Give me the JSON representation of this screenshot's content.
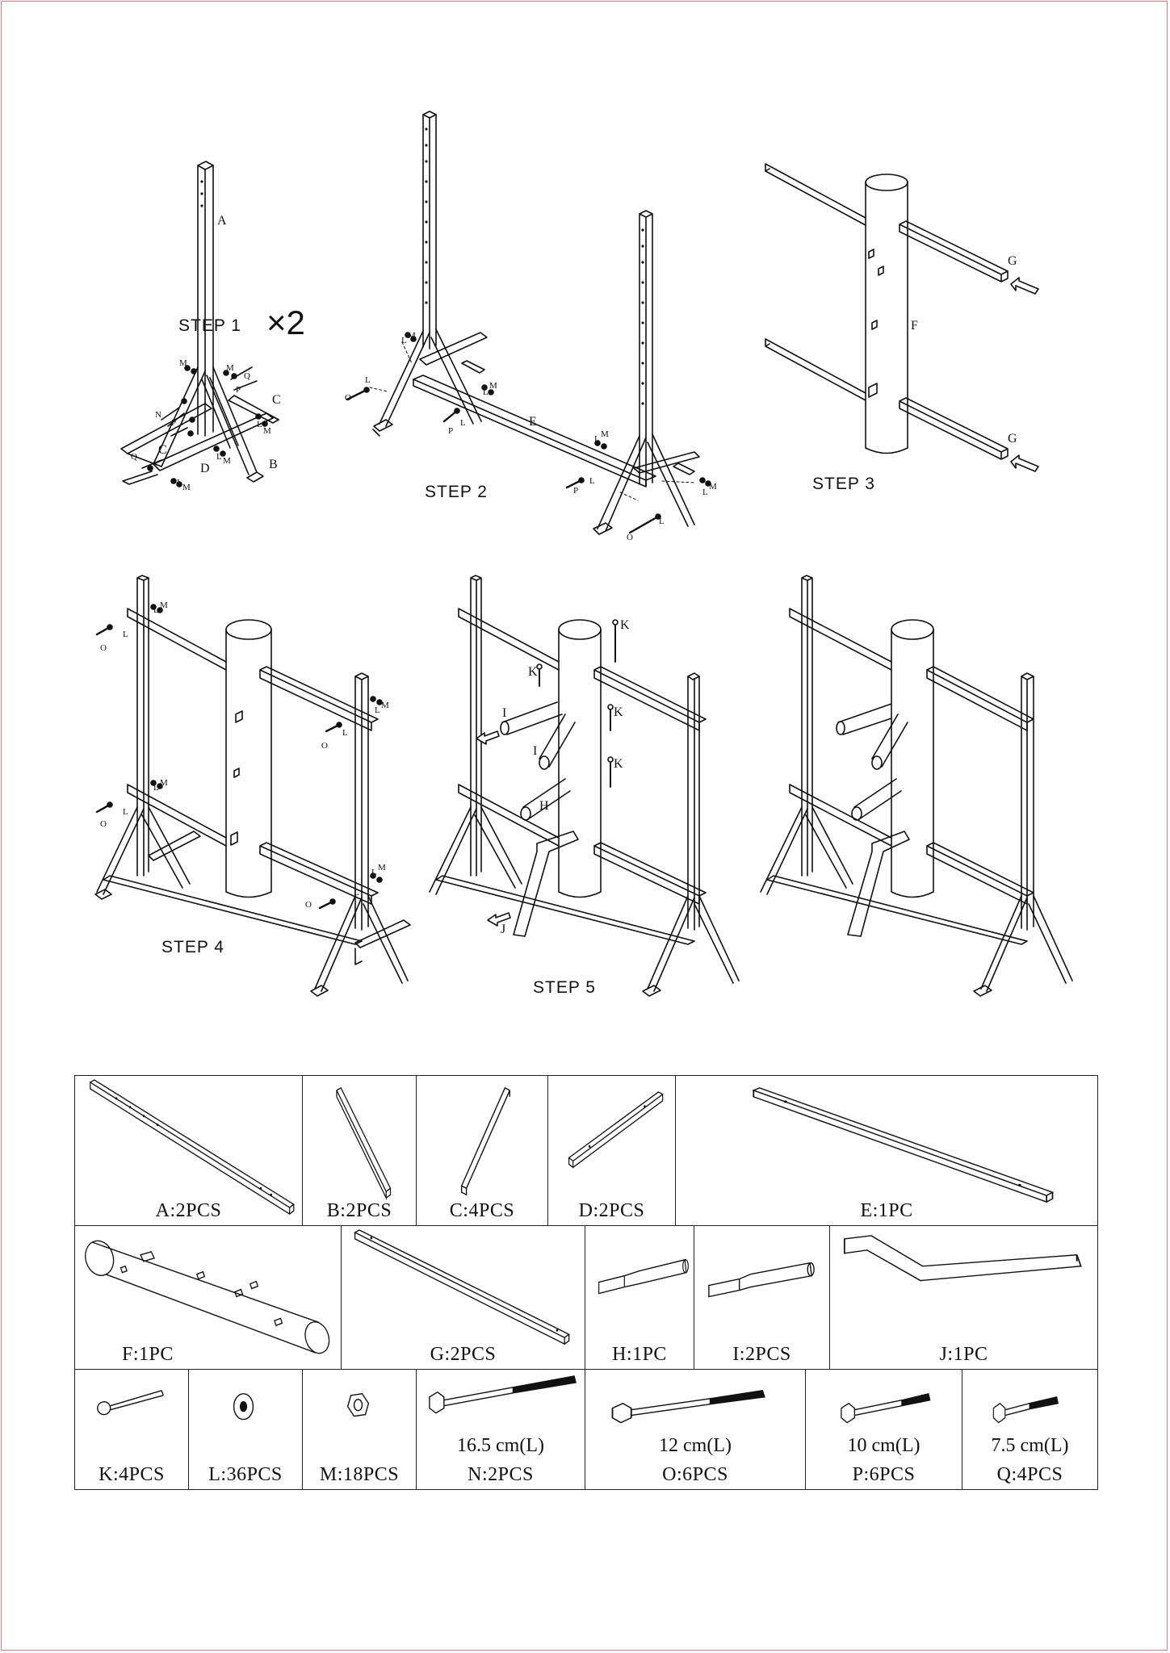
{
  "steps": {
    "step1": "STEP 1",
    "step1_multiplier": "×2",
    "step2": "STEP 2",
    "step3": "STEP 3",
    "step4": "STEP 4",
    "step5": "STEP 5"
  },
  "callouts": {
    "A": "A",
    "B": "B",
    "C": "C",
    "D": "D",
    "E": "E",
    "F": "F",
    "G": "G",
    "H": "H",
    "I": "I",
    "J": "J",
    "K": "K",
    "L": "L",
    "M": "M",
    "N": "N",
    "O": "O",
    "P": "P",
    "Q": "Q"
  },
  "parts": {
    "row1": [
      {
        "id": "A",
        "label": "A:2PCS"
      },
      {
        "id": "B",
        "label": "B:2PCS"
      },
      {
        "id": "C",
        "label": "C:4PCS"
      },
      {
        "id": "D",
        "label": "D:2PCS"
      },
      {
        "id": "E",
        "label": "E:1PC"
      }
    ],
    "row2": [
      {
        "id": "F",
        "label": "F:1PC"
      },
      {
        "id": "G",
        "label": "G:2PCS"
      },
      {
        "id": "H",
        "label": "H:1PC"
      },
      {
        "id": "I",
        "label": "I:2PCS"
      },
      {
        "id": "J",
        "label": "J:1PC"
      }
    ],
    "row3": [
      {
        "id": "K",
        "label": "K:4PCS",
        "length": ""
      },
      {
        "id": "L",
        "label": "L:36PCS",
        "length": ""
      },
      {
        "id": "M",
        "label": "M:18PCS",
        "length": ""
      },
      {
        "id": "N",
        "label": "N:2PCS",
        "length": "16.5 cm(L)"
      },
      {
        "id": "O",
        "label": "O:6PCS",
        "length": "12 cm(L)"
      },
      {
        "id": "P",
        "label": "P:6PCS",
        "length": "10 cm(L)"
      },
      {
        "id": "Q",
        "label": "Q:4PCS",
        "length": "7.5 cm(L)"
      }
    ]
  }
}
